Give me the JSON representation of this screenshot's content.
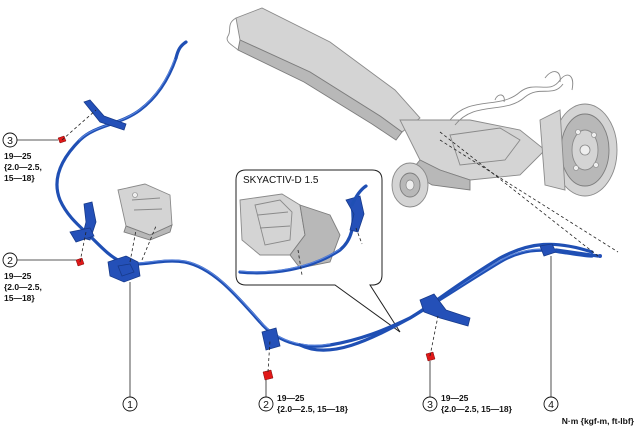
{
  "inset": {
    "title": "SKYACTIV-D 1.5"
  },
  "callouts": [
    {
      "id": "callout-1",
      "number": "1"
    },
    {
      "id": "callout-2-left",
      "number": "2",
      "torque": [
        "19—25",
        "{2.0—2.5,",
        "15—18}"
      ]
    },
    {
      "id": "callout-3-left",
      "number": "3",
      "torque": [
        "19—25",
        "{2.0—2.5,",
        "15—18}"
      ]
    },
    {
      "id": "callout-2-bottom",
      "number": "2",
      "torque": [
        "19—25",
        "{2.0—2.5, 15—18}"
      ]
    },
    {
      "id": "callout-3-bottom",
      "number": "3",
      "torque": [
        "19—25",
        "{2.0—2.5, 15—18}"
      ]
    },
    {
      "id": "callout-4",
      "number": "4"
    }
  ],
  "units_label": "N·m {kgf-m, ft-lbf}",
  "colors": {
    "cable": "#1f4fb4",
    "bolt": "#e01818",
    "axle": "#d4d4d4"
  }
}
